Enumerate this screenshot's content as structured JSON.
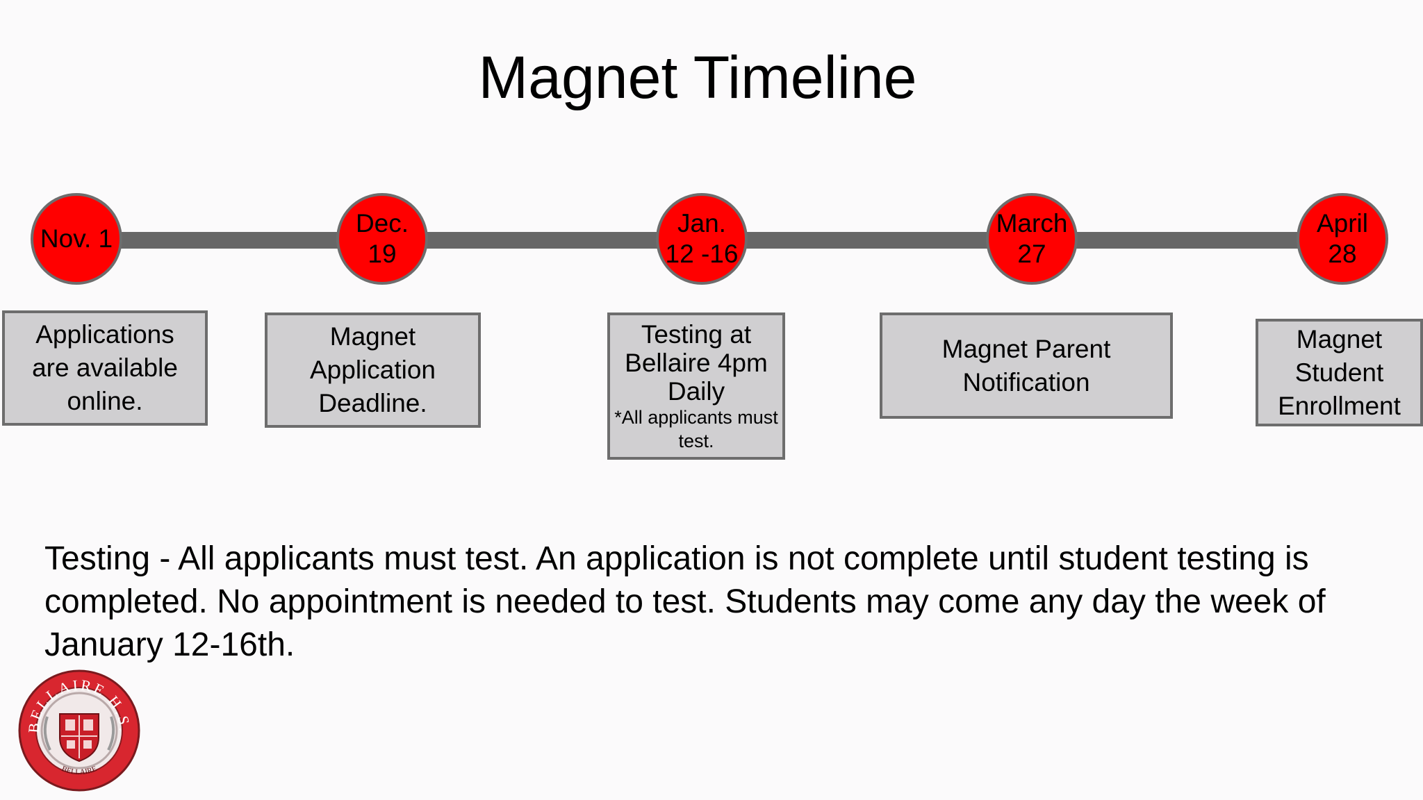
{
  "title": "Magnet Timeline",
  "timeline": [
    {
      "date": "Nov. 1",
      "event": "Applications\nare available\nonline.",
      "note": ""
    },
    {
      "date": "Dec. 19",
      "event": "Magnet\nApplication\nDeadline.",
      "note": ""
    },
    {
      "date": "Jan.\n12 -16",
      "event": "Testing at\nBellaire 4pm\nDaily",
      "note": "*All applicants must\ntest."
    },
    {
      "date": "March\n27",
      "event": "Magnet Parent\nNotification",
      "note": ""
    },
    {
      "date": "April\n28",
      "event": "Magnet\nStudent\nEnrollment",
      "note": ""
    }
  ],
  "body_text": "Testing -  All applicants must test.  An application is not complete until student testing is completed.  No appointment is needed to test. Students may come any day the week of January 12-16th.",
  "logo": {
    "text": "BELLAIRE H.S.",
    "bottom_text": "BELLAIRE"
  },
  "colors": {
    "node_fill": "#ff0000",
    "node_border": "#6d6d6d",
    "track": "#676767",
    "box_fill": "#d0cfd1"
  }
}
